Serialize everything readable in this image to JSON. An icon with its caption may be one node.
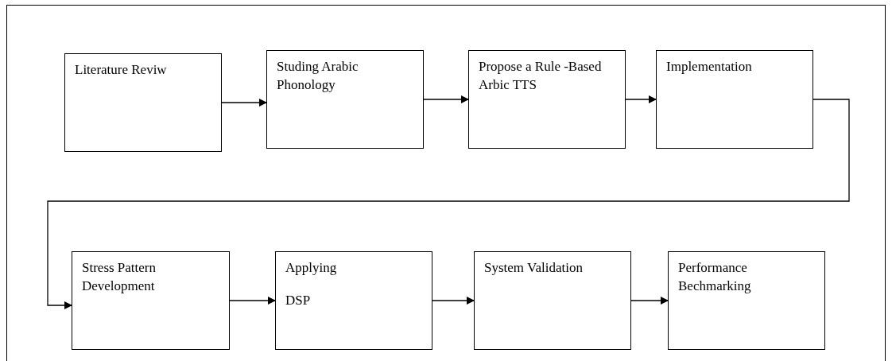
{
  "diagram": {
    "nodes": [
      {
        "text": [
          "Literature Reviw"
        ]
      },
      {
        "text": [
          "Studing Arabic Phonology"
        ]
      },
      {
        "text": [
          "Propose a Rule -Based Arbic TTS"
        ]
      },
      {
        "text": [
          "Implementation"
        ]
      },
      {
        "text": [
          "Stress Pattern Development"
        ]
      },
      {
        "text": [
          "Applying",
          "DSP"
        ]
      },
      {
        "text": [
          "System Validation"
        ]
      },
      {
        "text": [
          "Performance Bechmarking"
        ]
      }
    ],
    "edges": [
      {
        "from": 0,
        "to": 1,
        "arrow": "to"
      },
      {
        "from": 1,
        "to": 2,
        "arrow": "to"
      },
      {
        "from": 2,
        "to": 3,
        "arrow": "to"
      },
      {
        "from": 3,
        "to": 4,
        "arrow": "to"
      },
      {
        "from": 4,
        "to": 5,
        "arrow": "to"
      },
      {
        "from": 5,
        "to": 6,
        "arrow": "to"
      },
      {
        "from": 6,
        "to": 7,
        "arrow": "to"
      }
    ]
  }
}
